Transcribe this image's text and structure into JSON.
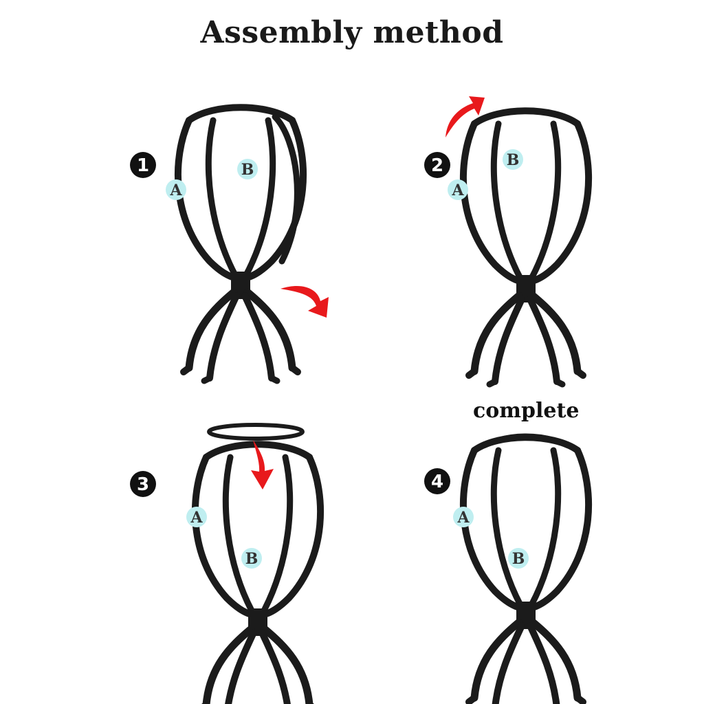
{
  "title": "Assembly method",
  "complete_label": "complete",
  "colors": {
    "frame": "#1b1b1b",
    "label_bg": "#bfeef0",
    "arrow": "#e8191c",
    "badge": "#111111"
  },
  "steps": [
    {
      "number": "1",
      "labels": [
        "A",
        "B"
      ]
    },
    {
      "number": "2",
      "labels": [
        "A",
        "B"
      ]
    },
    {
      "number": "3",
      "labels": [
        "A",
        "B"
      ]
    },
    {
      "number": "4",
      "labels": [
        "A",
        "B"
      ]
    }
  ]
}
